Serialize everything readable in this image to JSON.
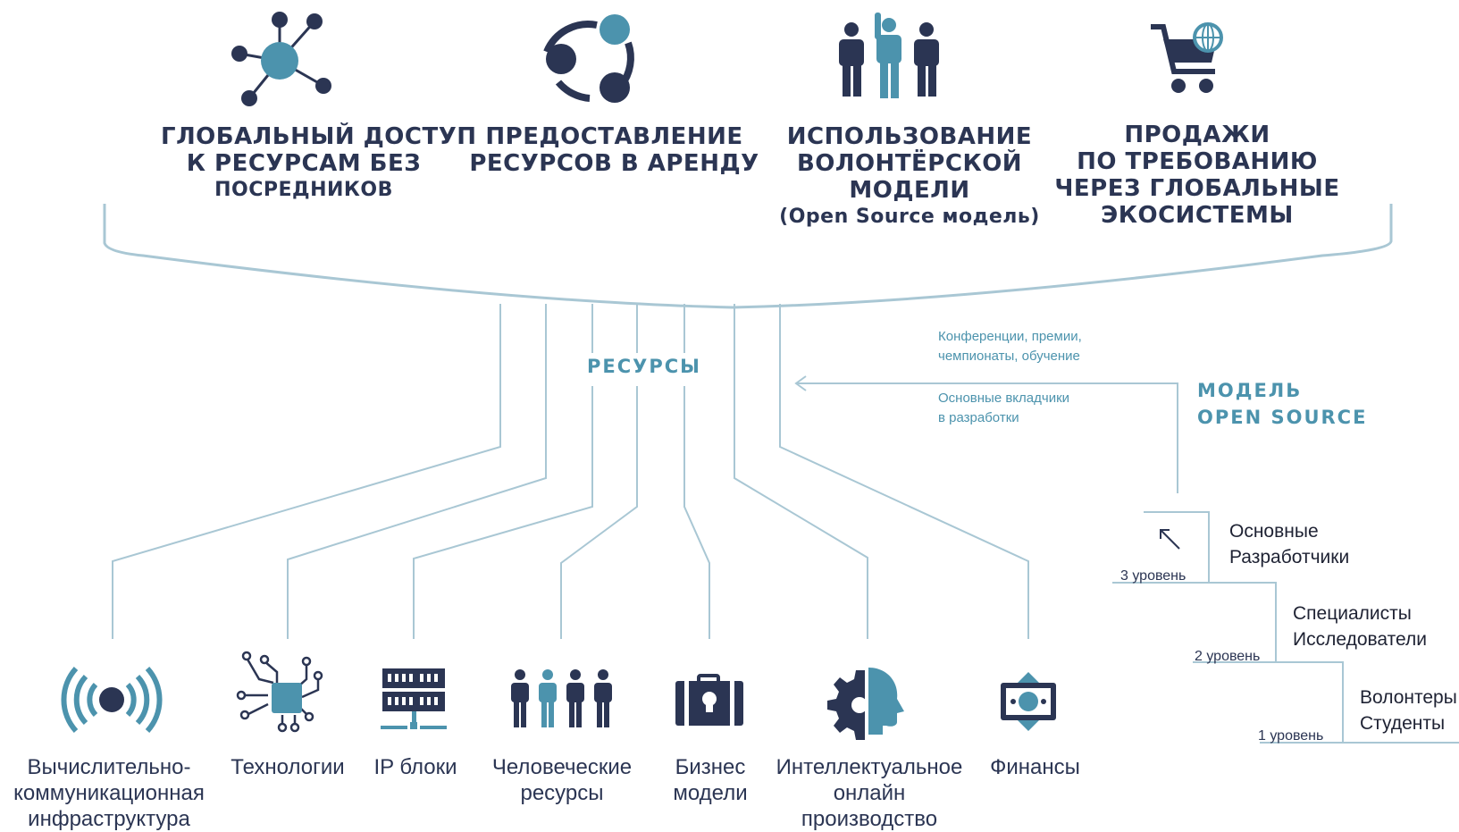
{
  "top_items": [
    {
      "id": "global-access",
      "icon": "network-icon",
      "lines": [
        "ГЛОБАЛЬНЫЙ ДОСТУП",
        "К РЕСУРСАМ БЕЗ",
        "ПОСРЕДНИКОВ"
      ]
    },
    {
      "id": "rental",
      "icon": "cycle-icon",
      "lines": [
        "ПРЕДОСТАВЛЕНИЕ",
        "РЕСУРСОВ В АРЕНДУ"
      ]
    },
    {
      "id": "volunteer",
      "icon": "people-raised-hand-icon",
      "lines": [
        "ИСПОЛЬЗОВАНИЕ",
        "ВОЛОНТЁРСКОЙ",
        "МОДЕЛИ",
        "(Open Source модель)"
      ]
    },
    {
      "id": "sales",
      "icon": "shopping-cart-globe-icon",
      "lines": [
        "ПРОДАЖИ",
        "ПО ТРЕБОВАНИЮ",
        "ЧЕРЕЗ ГЛОБАЛЬНЫЕ",
        "ЭКОСИСТЕМЫ"
      ]
    }
  ],
  "resources_label": "РЕСУРСЫ",
  "open_source": {
    "title_lines": [
      "МОДЕЛЬ",
      "OPEN SOURCE"
    ],
    "note_top": [
      "Конференции, премии,",
      "чемпионаты, обучение"
    ],
    "note_bottom": [
      "Основные вкладчики",
      "в разработки"
    ]
  },
  "levels": [
    {
      "level": "3  уровень",
      "lines": [
        "Основные",
        "Разработчики"
      ]
    },
    {
      "level": "2 уровень",
      "lines": [
        "Специалисты",
        "Исследователи"
      ]
    },
    {
      "level": "1 уровень",
      "lines": [
        "Волонтеры",
        "Студенты"
      ]
    }
  ],
  "bottom_items": [
    {
      "id": "infrastructure",
      "icon": "wireless-signal-icon",
      "lines": [
        "Вычислительно-",
        "коммуникационная",
        "инфраструктура"
      ]
    },
    {
      "id": "technologies",
      "icon": "circuit-chip-icon",
      "lines": [
        "Технологии"
      ]
    },
    {
      "id": "ip-blocks",
      "icon": "server-rack-icon",
      "lines": [
        "IP блоки"
      ]
    },
    {
      "id": "human-resources",
      "icon": "people-group-icon",
      "lines": [
        "Человеческие",
        "ресурсы"
      ]
    },
    {
      "id": "business-models",
      "icon": "briefcase-bulb-icon",
      "lines": [
        "Бизнес",
        "модели"
      ]
    },
    {
      "id": "intellectual",
      "icon": "head-gear-icon",
      "lines": [
        "Интеллектуальное",
        "онлайн",
        "производство"
      ]
    },
    {
      "id": "finance",
      "icon": "banknote-icon",
      "lines": [
        "Финансы"
      ]
    }
  ],
  "colors": {
    "navy": "#2b3553",
    "teal": "#4c93ad",
    "line": "#a9c7d4"
  }
}
